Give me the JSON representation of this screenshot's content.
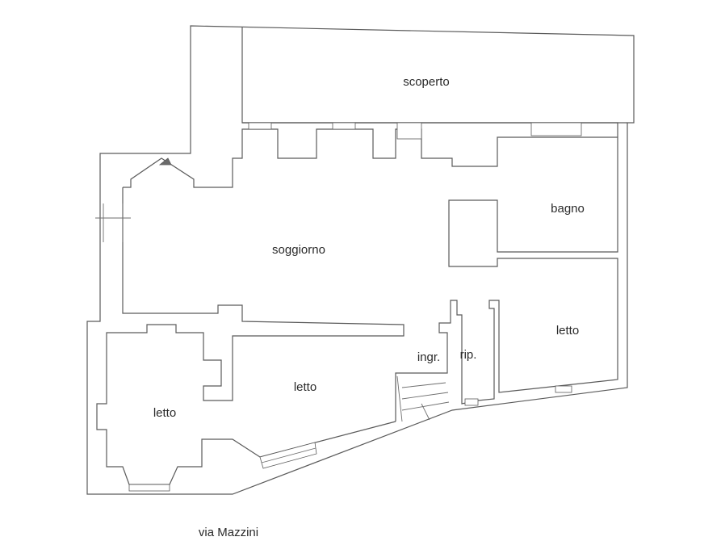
{
  "rooms": {
    "scoperto": "scoperto",
    "bagno": "bagno",
    "soggiorno": "soggiorno",
    "letto_right": "letto",
    "ingresso": "ingr.",
    "ripostiglio": "rip.",
    "letto_center": "letto",
    "letto_left": "letto"
  },
  "street": "via Mazzini",
  "colors": {
    "wall": "#5a5a5a",
    "background": "#ffffff",
    "text": "#2a2a2a"
  }
}
